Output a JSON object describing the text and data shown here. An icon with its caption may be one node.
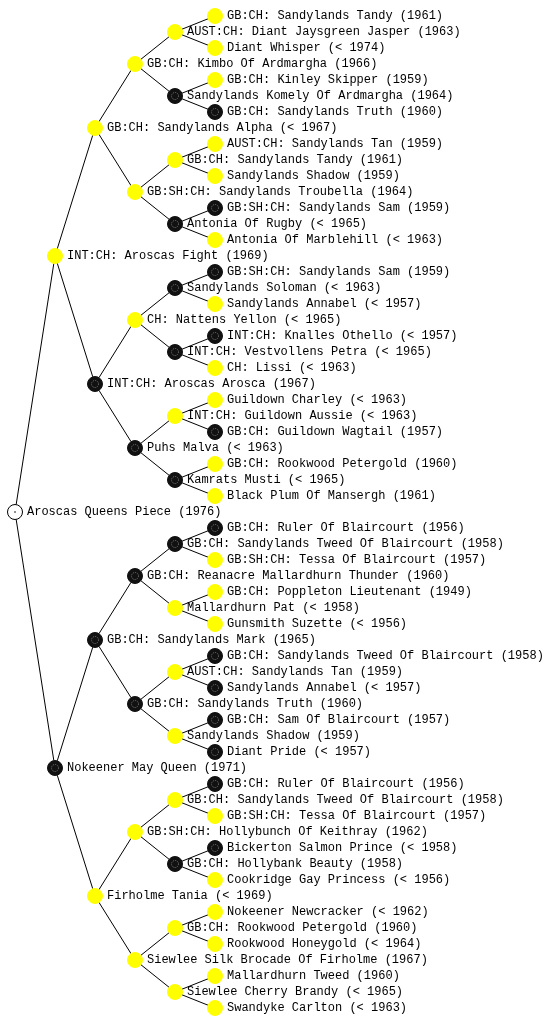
{
  "diagram": {
    "nodes": [
      {
        "text": [
          "GB:CH: Sandylands Tandy (1961)"
        ]
      },
      {
        "text": [
          "AUST:CH: Diant Jaysgreen Jasper (1963)"
        ]
      },
      {
        "text": [
          "Diant Whisper (< 1974)"
        ]
      },
      {
        "text": [
          "GB:CH: Kimbo Of Ardmargha (1966)"
        ]
      },
      {
        "text": [
          "GB:CH: Kinley Skipper (1959)"
        ]
      },
      {
        "text": [
          "Sandylands Komely Of Ardmargha (1964)"
        ]
      },
      {
        "text": [
          "GB:CH: Sandylands Truth (1960)"
        ]
      },
      {
        "text": [
          "GB:CH: Sandylands Alpha (< 1967)"
        ]
      },
      {
        "text": [
          "AUST:CH: Sandylands Tan (1959)"
        ]
      },
      {
        "text": [
          "GB:CH: Sandylands Tandy (1961)"
        ]
      },
      {
        "text": [
          "Sandylands Shadow (1959)"
        ]
      },
      {
        "text": [
          "GB:SH:CH: Sandylands Troubella (1964)"
        ]
      },
      {
        "text": [
          "GB:SH:CH: Sandylands Sam (1959)"
        ]
      },
      {
        "text": [
          "Antonia Of Rugby (< 1965)"
        ]
      },
      {
        "text": [
          "Antonia Of Marblehill (< 1963)"
        ]
      },
      {
        "text": [
          "INT:CH: Aroscas Fight (1969)"
        ]
      },
      {
        "text": [
          "GB:SH:CH: Sandylands Sam (1959)"
        ]
      },
      {
        "text": [
          "Sandylands Soloman (< 1963)"
        ]
      },
      {
        "text": [
          "Sandylands Annabel (< 1957)"
        ]
      },
      {
        "text": [
          "CH: Nattens Yellon (< 1965)"
        ]
      },
      {
        "text": [
          "INT:CH: Knalles Othello (< 1957)"
        ]
      },
      {
        "text": [
          "INT:CH: Vestvollens Petra (< 1965)"
        ]
      },
      {
        "text": [
          "CH: Lissi (< 1963)"
        ]
      },
      {
        "text": [
          "INT:CH: Aroscas Arosca (1967)"
        ]
      },
      {
        "text": [
          "Guildown Charley (< 1963)"
        ]
      },
      {
        "text": [
          "INT:CH: Guildown Aussie (< 1963)"
        ]
      },
      {
        "text": [
          "GB:CH: Guildown Wagtail (1957)"
        ]
      },
      {
        "text": [
          "Puhs Malva (< 1963)"
        ]
      },
      {
        "text": [
          "GB:CH: Rookwood Petergold (1960)"
        ]
      },
      {
        "text": [
          "Kamrats Musti (< 1965)"
        ]
      },
      {
        "text": [
          "Black Plum Of Mansergh (1961)"
        ]
      },
      {
        "text": [
          "Aroscas Queens Piece (1976)"
        ]
      },
      {
        "text": [
          "GB:CH: Ruler Of Blaircourt (1956)"
        ]
      },
      {
        "text": [
          "GB:CH: Sandylands Tweed Of Blaircourt (1958)"
        ]
      },
      {
        "text": [
          "GB:SH:CH: Tessa Of Blaircourt (1957)"
        ]
      },
      {
        "text": [
          "GB:CH: Reanacre Mallardhurn Thunder (1960)"
        ]
      },
      {
        "text": [
          "GB:CH: Poppleton Lieutenant (1949)"
        ]
      },
      {
        "text": [
          "Mallardhurn Pat (< 1958)"
        ]
      },
      {
        "text": [
          "Gunsmith Suzette (< 1956)"
        ]
      },
      {
        "text": [
          "GB:CH: Sandylands Mark (1965)"
        ]
      },
      {
        "text": [
          "GB:CH: Sandylands Tweed Of Blaircourt (1958)"
        ]
      },
      {
        "text": [
          "AUST:CH: Sandylands Tan (1959)"
        ]
      },
      {
        "text": [
          "Sandylands Annabel (< 1957)"
        ]
      },
      {
        "text": [
          "GB:CH: Sandylands Truth (1960)"
        ]
      },
      {
        "text": [
          "GB:CH: Sam Of Blaircourt (1957)"
        ]
      },
      {
        "text": [
          "Sandylands Shadow (1959)"
        ]
      },
      {
        "text": [
          "Diant Pride (< 1957)"
        ]
      },
      {
        "text": [
          "Nokeener May Queen (1971)"
        ]
      },
      {
        "text": [
          "GB:CH: Ruler Of Blaircourt (1956)"
        ]
      },
      {
        "text": [
          "GB:CH: Sandylands Tweed Of Blaircourt (1958)"
        ]
      },
      {
        "text": [
          "GB:SH:CH: Tessa Of Blaircourt (1957)"
        ]
      },
      {
        "text": [
          "GB:SH:CH: Hollybunch Of Keithray (1962)"
        ]
      },
      {
        "text": [
          "Bickerton Salmon Prince (< 1958)"
        ]
      },
      {
        "text": [
          "GB:CH: Hollybank Beauty (1958)"
        ]
      },
      {
        "text": [
          "Cookridge Gay Princess (< 1956)"
        ]
      },
      {
        "text": [
          "Firholme Tania (< 1969)"
        ]
      },
      {
        "text": [
          "Nokeener Newcracker (< 1962)"
        ]
      },
      {
        "text": [
          "GB:CH: Rookwood Petergold (1960)"
        ]
      },
      {
        "text": [
          "Rookwood Honeygold (< 1964)"
        ]
      },
      {
        "text": [
          "Siewlee Silk Brocade Of Firholme (1967)"
        ]
      },
      {
        "text": [
          "Mallardhurn Tweed (1960)"
        ]
      },
      {
        "text": [
          "Siewlee Cherry Brandy (< 1965)"
        ]
      },
      {
        "text": [
          "Swandyke Carlton (< 1963)"
        ]
      }
    ],
    "edges": [
      {
        "from": 31,
        "to": 15,
        "arrow": "none"
      },
      {
        "from": 31,
        "to": 47,
        "arrow": "none"
      },
      {
        "from": 15,
        "to": 7,
        "arrow": "none"
      },
      {
        "from": 15,
        "to": 23,
        "arrow": "none"
      },
      {
        "from": 47,
        "to": 39,
        "arrow": "none"
      },
      {
        "from": 47,
        "to": 55,
        "arrow": "none"
      },
      {
        "from": 7,
        "to": 3,
        "arrow": "none"
      },
      {
        "from": 7,
        "to": 11,
        "arrow": "none"
      },
      {
        "from": 23,
        "to": 19,
        "arrow": "none"
      },
      {
        "from": 23,
        "to": 27,
        "arrow": "none"
      },
      {
        "from": 39,
        "to": 35,
        "arrow": "none"
      },
      {
        "from": 39,
        "to": 43,
        "arrow": "none"
      },
      {
        "from": 55,
        "to": 51,
        "arrow": "none"
      },
      {
        "from": 55,
        "to": 59,
        "arrow": "none"
      },
      {
        "from": 3,
        "to": 1,
        "arrow": "none"
      },
      {
        "from": 3,
        "to": 5,
        "arrow": "none"
      },
      {
        "from": 11,
        "to": 9,
        "arrow": "none"
      },
      {
        "from": 11,
        "to": 13,
        "arrow": "none"
      },
      {
        "from": 19,
        "to": 17,
        "arrow": "none"
      },
      {
        "from": 19,
        "to": 21,
        "arrow": "none"
      },
      {
        "from": 27,
        "to": 25,
        "arrow": "none"
      },
      {
        "from": 27,
        "to": 29,
        "arrow": "none"
      },
      {
        "from": 35,
        "to": 33,
        "arrow": "none"
      },
      {
        "from": 35,
        "to": 37,
        "arrow": "none"
      },
      {
        "from": 43,
        "to": 41,
        "arrow": "none"
      },
      {
        "from": 43,
        "to": 45,
        "arrow": "none"
      },
      {
        "from": 51,
        "to": 49,
        "arrow": "none"
      },
      {
        "from": 51,
        "to": 53,
        "arrow": "none"
      },
      {
        "from": 59,
        "to": 57,
        "arrow": "none"
      },
      {
        "from": 59,
        "to": 61,
        "arrow": "none"
      },
      {
        "from": 1,
        "to": 0,
        "arrow": "none"
      },
      {
        "from": 1,
        "to": 2,
        "arrow": "none"
      },
      {
        "from": 5,
        "to": 4,
        "arrow": "none"
      },
      {
        "from": 5,
        "to": 6,
        "arrow": "none"
      },
      {
        "from": 9,
        "to": 8,
        "arrow": "none"
      },
      {
        "from": 9,
        "to": 10,
        "arrow": "none"
      },
      {
        "from": 13,
        "to": 12,
        "arrow": "none"
      },
      {
        "from": 13,
        "to": 14,
        "arrow": "none"
      },
      {
        "from": 17,
        "to": 16,
        "arrow": "none"
      },
      {
        "from": 17,
        "to": 18,
        "arrow": "none"
      },
      {
        "from": 21,
        "to": 20,
        "arrow": "none"
      },
      {
        "from": 21,
        "to": 22,
        "arrow": "none"
      },
      {
        "from": 25,
        "to": 24,
        "arrow": "none"
      },
      {
        "from": 25,
        "to": 26,
        "arrow": "none"
      },
      {
        "from": 29,
        "to": 28,
        "arrow": "none"
      },
      {
        "from": 29,
        "to": 30,
        "arrow": "none"
      },
      {
        "from": 33,
        "to": 32,
        "arrow": "none"
      },
      {
        "from": 33,
        "to": 34,
        "arrow": "none"
      },
      {
        "from": 37,
        "to": 36,
        "arrow": "none"
      },
      {
        "from": 37,
        "to": 38,
        "arrow": "none"
      },
      {
        "from": 41,
        "to": 40,
        "arrow": "none"
      },
      {
        "from": 41,
        "to": 42,
        "arrow": "none"
      },
      {
        "from": 45,
        "to": 44,
        "arrow": "none"
      },
      {
        "from": 45,
        "to": 46,
        "arrow": "none"
      },
      {
        "from": 49,
        "to": 48,
        "arrow": "none"
      },
      {
        "from": 49,
        "to": 50,
        "arrow": "none"
      },
      {
        "from": 53,
        "to": 52,
        "arrow": "none"
      },
      {
        "from": 53,
        "to": 54,
        "arrow": "none"
      },
      {
        "from": 57,
        "to": 56,
        "arrow": "none"
      },
      {
        "from": 57,
        "to": 58,
        "arrow": "none"
      },
      {
        "from": 61,
        "to": 60,
        "arrow": "none"
      },
      {
        "from": 61,
        "to": 62,
        "arrow": "none"
      }
    ]
  }
}
